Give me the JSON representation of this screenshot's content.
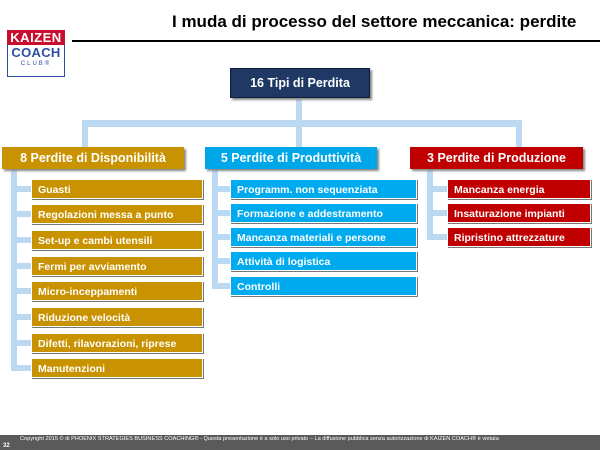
{
  "logo": {
    "line1": "KAIZEN",
    "line2": "COACH",
    "line3": "CLUB®"
  },
  "title": "I muda di processo del settore meccanica: perdite",
  "root": "16 Tipi di Perdita",
  "categories": [
    {
      "label": "8 Perdite di Disponibilità",
      "items": [
        "Guasti",
        "Regolazioni messa a punto",
        "Set-up e cambi utensili",
        "Fermi per avviamento",
        "Micro-inceppamenti",
        "Riduzione velocità",
        "Difetti, rilavorazioni, riprese",
        "Manutenzioni"
      ]
    },
    {
      "label": "5 Perdite di Produttività",
      "items": [
        "Programm.  non sequenziata",
        "Formazione e addestramento",
        "Mancanza materiali e persone",
        "Attività di logistica",
        "Controlli"
      ]
    },
    {
      "label": "3 Perdite di Produzione",
      "items": [
        "Mancanza energia",
        "Insaturazione impianti",
        "Ripristino attrezzature"
      ]
    }
  ],
  "colors": {
    "availability": "#c89200",
    "productivity": "#00a7e8",
    "production": "#c00000",
    "root": "#1f3864",
    "connector": "#bcd9f3"
  },
  "footer": {
    "page": "32",
    "text": "Copyright 2015 © di PHOENIX STRATEGIES BUSINESS COACHING® - Questa presentazione è a solo uso privato – La diffusione pubblica senza autorizzazione di KAIZEN COACH® è vietata"
  }
}
